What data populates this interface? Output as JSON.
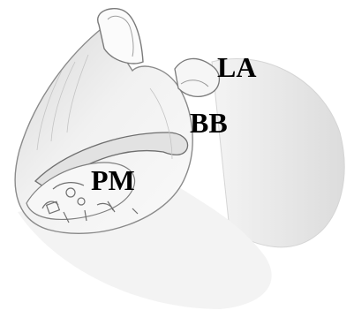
{
  "labels": {
    "la": "LA",
    "bb": "BB",
    "pm": "PM"
  },
  "colors": {
    "background": "#ffffff",
    "outline": "#7a7a7a",
    "shade_dark": "#b9b9b9",
    "shade_light": "#e6e6e6",
    "label": "#000000"
  }
}
